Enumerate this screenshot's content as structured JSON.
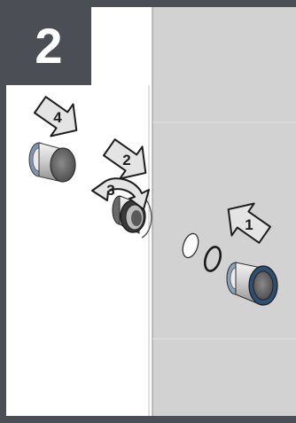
{
  "step": {
    "number": "2"
  },
  "arrows": [
    {
      "label": "1"
    },
    {
      "label": "2"
    },
    {
      "label": "3"
    },
    {
      "label": "4"
    }
  ],
  "colors": {
    "border": "#4b4f55",
    "wall_white": "#ffffff",
    "panel_gray": "#d2d2d2",
    "arrow_fill": "#e4e4e4",
    "arrow_stroke": "#1d1d1d",
    "lens_blue": "#2f4e74"
  }
}
